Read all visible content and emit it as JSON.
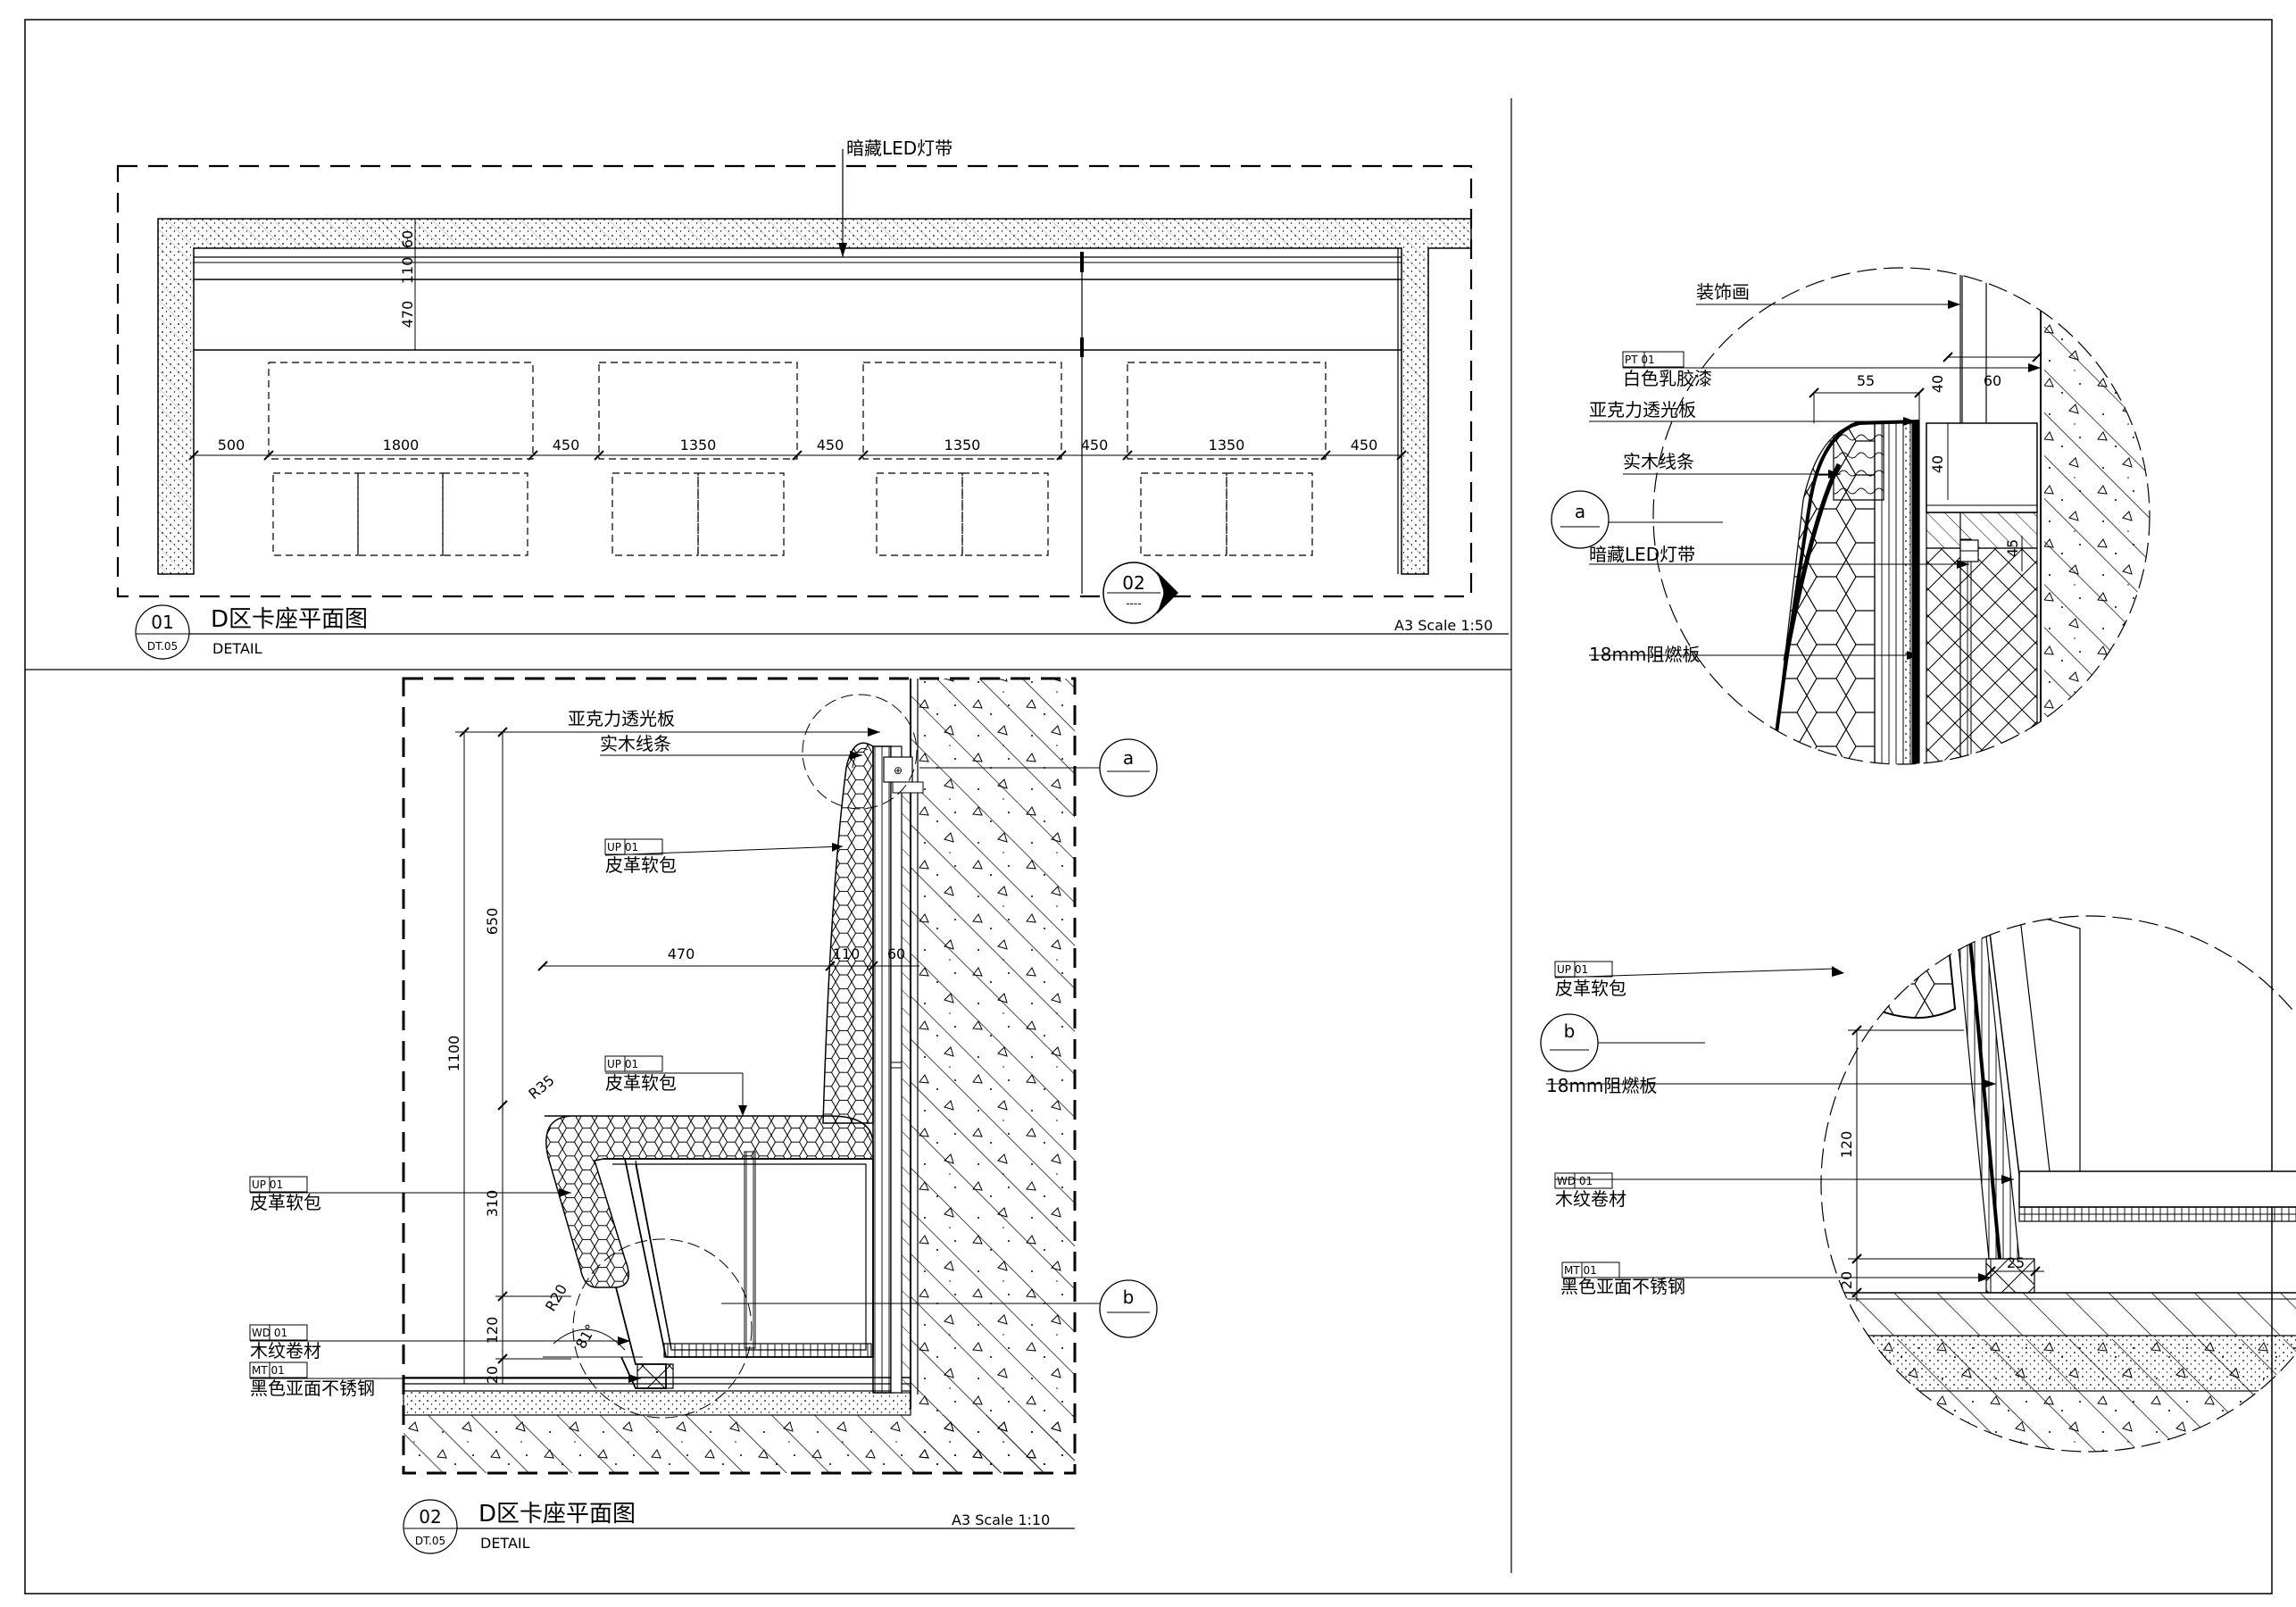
{
  "drawing_01": {
    "number": "01",
    "sheet_ref": "DT.05",
    "title": "D区卡座平面图",
    "subtitle": "DETAIL",
    "scale": "A3 Scale 1:50",
    "led_label": "暗藏LED灯带",
    "section_marker": "02",
    "section_marker_sub": "----",
    "dims_horizontal": [
      "500",
      "1800",
      "450",
      "1350",
      "450",
      "1350",
      "450",
      "1350",
      "450"
    ],
    "dims_vertical": [
      "60",
      "110",
      "470"
    ]
  },
  "drawing_02": {
    "number": "02",
    "sheet_ref": "DT.05",
    "title": "D区卡座平面图",
    "subtitle": "DETAIL",
    "scale": "A3 Scale 1:10",
    "labels": {
      "acrylic": "亚克力透光板",
      "solid_wood": "实木线条",
      "leather_upper_tag": "UP 01",
      "leather_upper": "皮革软包",
      "leather_seat_tag": "UP 01",
      "leather_seat": "皮革软包",
      "leather_front_tag": "UP 01",
      "leather_front": "皮革软包",
      "wood_veneer_tag": "WD 01",
      "wood_veneer": "木纹卷材",
      "steel_tag": "MT 01",
      "steel": "黑色亚面不锈钢"
    },
    "dims": [
      "1100",
      "650",
      "470",
      "110",
      "60",
      "310",
      "120",
      "20",
      "R35",
      "R20",
      "81°"
    ],
    "callout_a": "a",
    "callout_b": "b"
  },
  "detail_a": {
    "callout": "a",
    "labels": {
      "painting": "装饰画",
      "paint_tag": "PT 01",
      "paint": "白色乳胶漆",
      "acrylic": "亚克力透光板",
      "solid_wood": "实木线条",
      "led": "暗藏LED灯带",
      "fire_board": "18mm阻燃板"
    },
    "dims": [
      "55",
      "40",
      "60",
      "40",
      "45"
    ]
  },
  "detail_b": {
    "callout": "b",
    "labels": {
      "leather_tag": "UP 01",
      "leather": "皮革软包",
      "fire_board": "18mm阻燃板",
      "wood_tag": "WD 01",
      "wood": "木纹卷材",
      "steel_tag": "MT 01",
      "steel": "黑色亚面不锈钢"
    },
    "dims": [
      "120",
      "20",
      "25"
    ]
  }
}
